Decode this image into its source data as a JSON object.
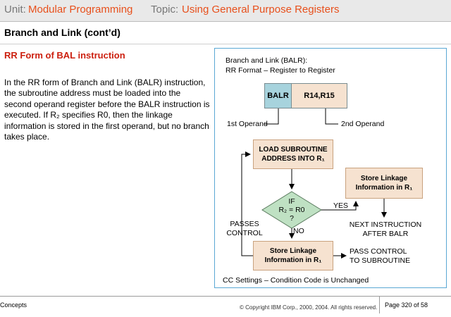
{
  "header": {
    "unit_label": "Unit:",
    "unit_value": "Modular Programming",
    "topic_label": "Topic:",
    "topic_value": "Using General Purpose Registers"
  },
  "slide": {
    "title": "Branch and Link (cont’d)",
    "subtitle": "RR Form of BAL instruction",
    "body": "In the RR form of Branch and Link (BALR) instruction, the subroutine address must be loaded into the second operand register before the BALR instruction is executed. If R₂ specifies R0, then the linkage information is stored in the first operand, but no branch takes place."
  },
  "diagram": {
    "caption_line1": "Branch and Link (BALR):",
    "caption_line2": "RR Format – Register to Register",
    "op_code": "BALR",
    "operands": "R14,R15",
    "first_operand": "1st Operand",
    "second_operand": "2nd Operand",
    "load_box_line1": "LOAD SUBROUTINE",
    "load_box_line2": "ADDRESS INTO R₁",
    "decision_line1": "IF",
    "decision_line2": "R₂ = R0",
    "decision_line3": "?",
    "yes_label": "YES",
    "no_label": "NO",
    "store_right_line1": "Store Linkage",
    "store_right_line2": "Information in R₁",
    "next_instr_line1": "NEXT INSTRUCTION",
    "next_instr_line2": "AFTER BALR",
    "passes_line1": "PASSES",
    "passes_line2": "CONTROL",
    "store_bottom_line1": "Store Linkage",
    "store_bottom_line2": "Information in R₁",
    "pass_sub_line1": "PASS CONTROL",
    "pass_sub_line2": "TO SUBROUTINE",
    "cc_note": "CC Settings – Condition Code is Unchanged"
  },
  "footer": {
    "left": "Concepts",
    "copyright": "© Copyright IBM Corp., 2000, 2004. All rights reserved.",
    "page": "Page 320 of 58"
  },
  "colors": {
    "accent_orange": "#e8501c",
    "subtitle_red": "#cc1f0e",
    "panel_border": "#5aa8d4",
    "box_fill": "#f6e2d0",
    "box_border": "#c9a27e",
    "opcode_fill": "#a7d3dd",
    "decision_fill": "#bfe1c3"
  }
}
